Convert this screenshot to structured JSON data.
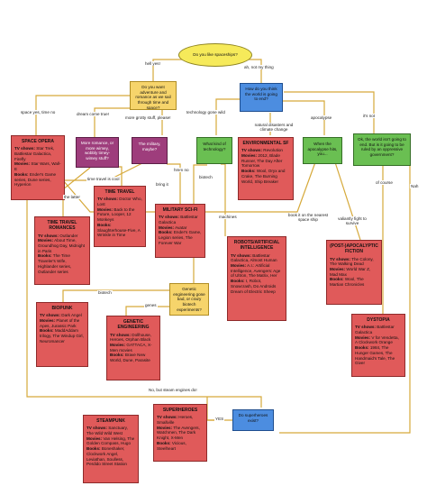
{
  "start": "Do you like spaceships?",
  "questions": {
    "adventure": "Do you want adventure and romance as we sail through time and space?",
    "world": "How do you think the world is going to end?",
    "romance": "More romance, or more wimey, wobbly timey-wimey stuff?",
    "military": "The military, maybe?",
    "technology": "What kind of technology?",
    "apocalypse": "When the apocalypse hits, you...",
    "worst": "Ok, the world isn't going to end. But is it going to be ruled by an oppressive government?",
    "genes": "Genetic engineering gone bad, or crazy biotech experiments?",
    "superheroes": "Do superheroes exist?"
  },
  "labels": {
    "tv": "TV shows:",
    "movies": "Movies:",
    "books": "Books:"
  },
  "genres": {
    "space_opera": {
      "title": "SPACE OPERA",
      "tv": "Star Trek, Battlestar Galactica, Firefly",
      "movies": "Star Wars, Wall-E",
      "books": "Ender's Game series, Dune series, Hyperion"
    },
    "time_travel": {
      "title": "TIME TRAVEL",
      "tv": "Doctor Who, Lost",
      "movies": "Back to the Future, Looper, 12 Monkeys",
      "books": "Slaughterhouse-Five, A Wrinkle in Time"
    },
    "time_travel_romances": {
      "title": "TIME TRAVEL ROMANCES",
      "tv": "Outlander",
      "movies": "About Time, Groundhog Day, Midnight in Paris",
      "books": "The Time Traveler's Wife, Highlander series, Outlander series"
    },
    "military": {
      "title": "MILITARY SCI-FI",
      "tv": "Battlestar Galactica",
      "movies": "Avatar",
      "books": "Ender's Game, Legion series, The Forever War"
    },
    "environmental": {
      "title": "ENVIRONMENTAL SF",
      "tv": "Revolution",
      "movies": "2012, Blade Runner, The Day After Tomorrow",
      "books": "Wool, Oryx and Crake, The Burning World, Ship Breaker"
    },
    "robots": {
      "title": "ROBOTS/ARTIFICIAL INTELLIGENCE",
      "tv": "Battlestar Galactica, Almost Human",
      "movies": "A.I.: Artificial Intelligence, Avengers: Age of Ultron, The Matrix, Her",
      "books": "I, Robot, Snowcrash, Do Androids Dream of Electric Sheep"
    },
    "postapoc": {
      "title": "(POST-)APOCALYPTIC FICTION",
      "tv": "The Colony, The Walking Dead",
      "movies": "World War Z, Mad Max",
      "books": "Wool, The Martian Chronicles"
    },
    "biopunk": {
      "title": "BIOPUNK",
      "tv": "Dark Angel",
      "movies": "Planet of the Apes, Jurassic Park",
      "books": "MaddAddam trilogy, The Windup Girl, Neuromancer"
    },
    "genetic": {
      "title": "GENETIC ENGINEERING",
      "tv": "Dollhouse, Heroes, Orphan Black",
      "movies": "GATTACA, X-Men movies",
      "books": "Brave New World, Dune, Parasite"
    },
    "dystopia": {
      "title": "DYSTOPIA",
      "tv": "Battlestar Galactica",
      "movies": "V for Vendetta, A Clockwork Orange",
      "books": "1984, The Hunger Games, The Handmaid's Tale, The Giver"
    },
    "steampunk": {
      "title": "STEAMPUNK",
      "tv": "Sanctuary, The Wild Wild West",
      "movies": "Van Helsing, The Golden Compass, Hugo",
      "books": "Boneshaker, Clockwork Angel, Leviathan, Soulless, Perdido Street Station"
    },
    "superheroes": {
      "title": "SUPERHEROES",
      "tv": "Heroes, Smallville",
      "movies": "The Avengers, Watchmen, The Dark Knight, X-Men",
      "books": "Vicious, Steelheart"
    }
  },
  "edge_labels": {
    "hell_yes": "hell yes!",
    "not_my_thing": "ah, not my thing",
    "space_yes": "space yes, time no",
    "dream_true": "dream come true!",
    "wimey": "more grotty stuff, please!",
    "tech_gone_wild": "technology gone wild",
    "natural": "natural disasters and climate change",
    "apocalypse": "apocalypse",
    "its_not": "it's not",
    "hmm_no": "hmm no",
    "time_travel_cool": "time travel is cool",
    "bring_it": "bring it",
    "the_latter": "the latter",
    "biotech": "biotech",
    "machines": "machines",
    "book_nearest": "book it on the nearest space ship",
    "valiantly": "valiantly fight to survive",
    "of_course": "of course",
    "nah": "Nah",
    "biotech2": "biotech",
    "genes": "genes",
    "engines": "No, but steam engines do!",
    "yes": "YES"
  },
  "colors": {
    "red": "#e05a5a",
    "purple": "#9e3d7c",
    "yellow": "#f6d46b",
    "blue": "#4c8de0",
    "green": "#6abf52",
    "edge_brown": "#8a6a22",
    "edge_yellow": "#e0b640"
  }
}
